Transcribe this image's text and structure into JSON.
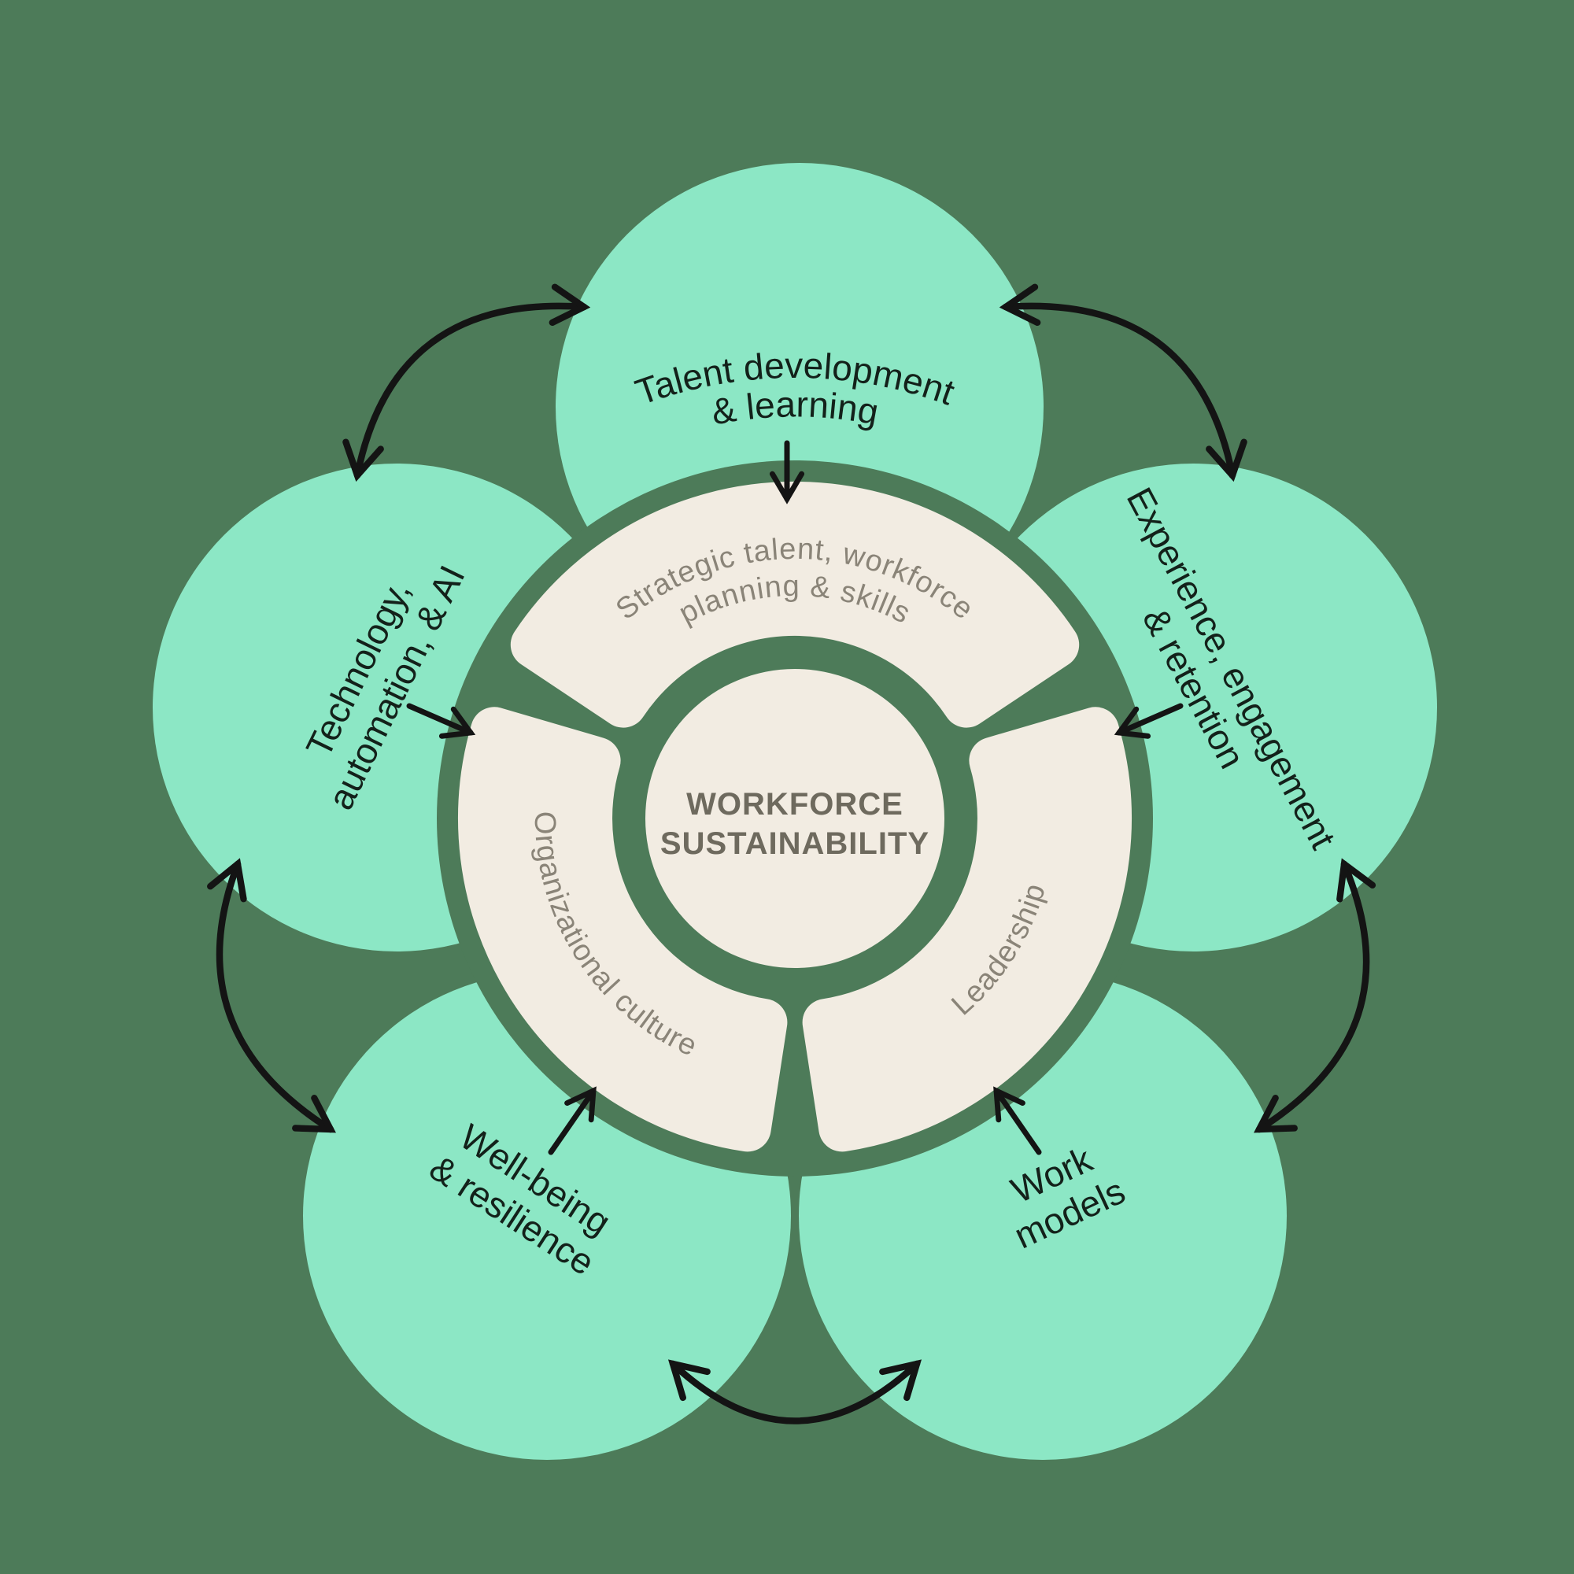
{
  "colors": {
    "background": "#4d7b59",
    "petal": "#8ce7c5",
    "ring": "#f2ece2",
    "ring_text": "#8a8478",
    "center_text": "#6e6a5e",
    "petal_text": "#13211a",
    "arrow": "#141414"
  },
  "center": {
    "line1": "WORKFORCE",
    "line2": "SUSTAINABILITY"
  },
  "ring": {
    "strategic": {
      "line1": "Strategic talent, workforce",
      "line2": "planning & skills"
    },
    "organizational": {
      "label": "Organizational culture"
    },
    "leadership": {
      "label": "Leadership"
    }
  },
  "petals": {
    "talent": {
      "line1": "Talent development",
      "line2": "& learning"
    },
    "technology": {
      "line1": "Technology,",
      "line2": "automation, & AI"
    },
    "experience": {
      "line1": "Experience, engagement",
      "line2": "& retention"
    },
    "wellbeing": {
      "line1": "Well-being",
      "line2": "& resilience"
    },
    "work": {
      "line1": "Work",
      "line2": "models"
    }
  },
  "connections": {
    "petal_to_ring_arrows": [
      "talent-to-strategic",
      "technology-to-organizational-culture",
      "experience-to-leadership",
      "wellbeing-to-organizational-culture",
      "work-models-to-leadership"
    ],
    "petal_to_petal_double_arrows": [
      "technology-talent",
      "talent-experience",
      "experience-work-models",
      "work-models-wellbeing",
      "wellbeing-technology"
    ]
  }
}
